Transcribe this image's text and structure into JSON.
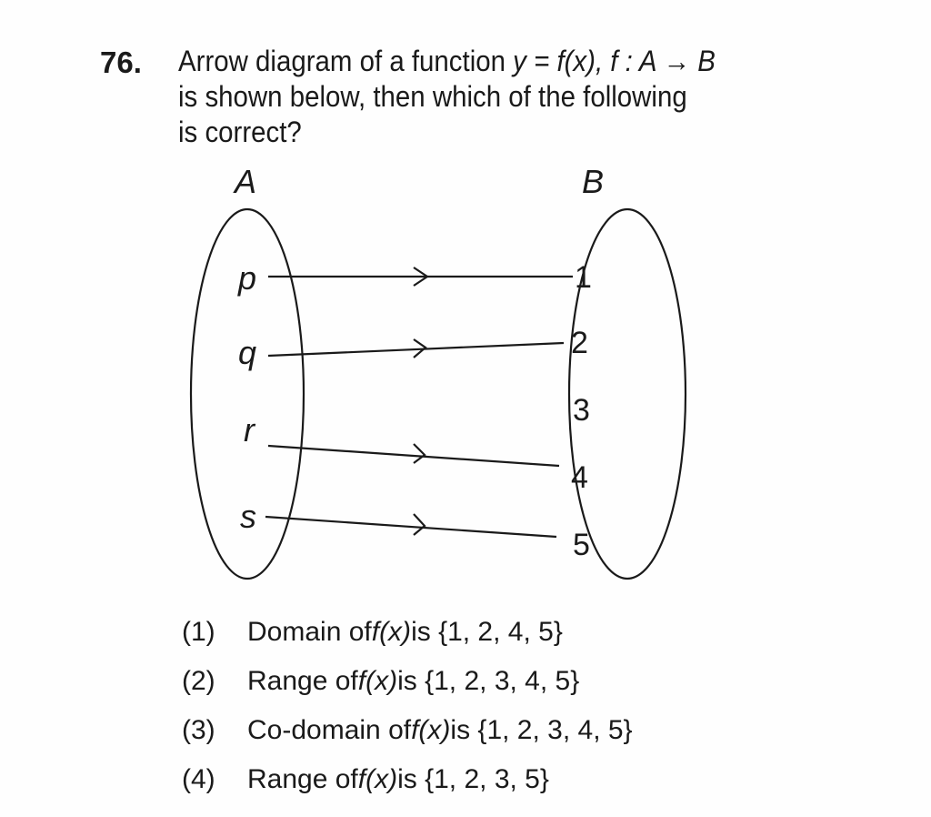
{
  "question": {
    "number": "76.",
    "line1_pre": "Arrow diagram of a function ",
    "line1_math": "y = f(x), f : A → B",
    "line2": "is shown below, then which of the following",
    "line3": "is correct?"
  },
  "diagram": {
    "set_a_label": "A",
    "set_b_label": "B",
    "set_a": [
      "p",
      "q",
      "r",
      "s"
    ],
    "set_b": [
      "1",
      "2",
      "3",
      "4",
      "5"
    ],
    "mappings": [
      {
        "from": "p",
        "to": "1"
      },
      {
        "from": "q",
        "to": "2"
      },
      {
        "from": "r",
        "to": "4"
      },
      {
        "from": "s",
        "to": "5"
      }
    ]
  },
  "options": [
    {
      "num": "(1)",
      "pre": "Domain of ",
      "fx": "f(x)",
      "post": " is {1, 2, 4, 5}"
    },
    {
      "num": "(2)",
      "pre": "Range of ",
      "fx": "f(x)",
      "post": " is {1, 2, 3, 4, 5}"
    },
    {
      "num": "(3)",
      "pre": "Co-domain of ",
      "fx": "f(x)",
      "post": " is {1, 2, 3, 4, 5}"
    },
    {
      "num": "(4)",
      "pre": "Range of ",
      "fx": "f(x)",
      "post": " is {1, 2, 3, 5}"
    }
  ]
}
